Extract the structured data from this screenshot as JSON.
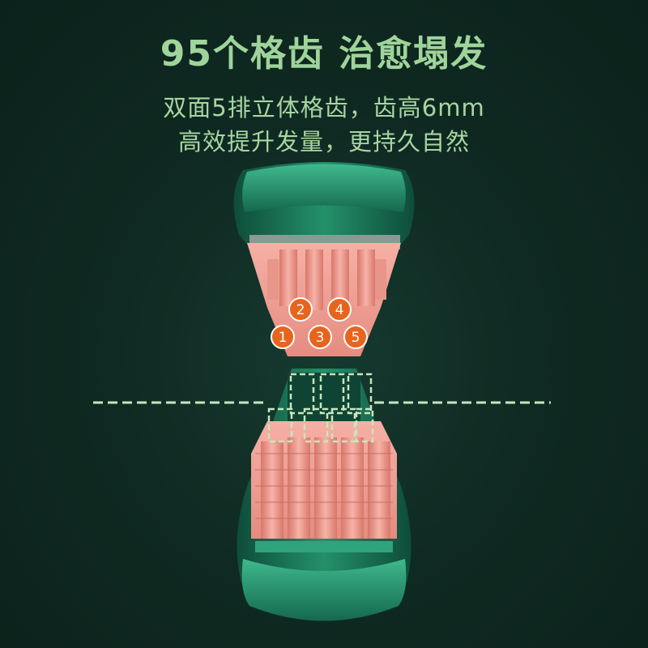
{
  "headline": "95个格齿 治愈塌发",
  "subline_1": "双面5排立体格齿，齿高6mm",
  "subline_2": "高效提升发量，更持久自然",
  "markers": [
    "1",
    "2",
    "3",
    "4",
    "5"
  ],
  "colors": {
    "background": "#0f2a22",
    "headline_text": "#9fd49a",
    "device_shell": "#1d7a5c",
    "teeth": "#f0a196",
    "marker_fill": "#e8641c",
    "dashed_line": "#c6e6be"
  },
  "icons": [
    "hair-straightener-comb-illustration",
    "numbered-circle-marker",
    "dashed-guide-line"
  ]
}
